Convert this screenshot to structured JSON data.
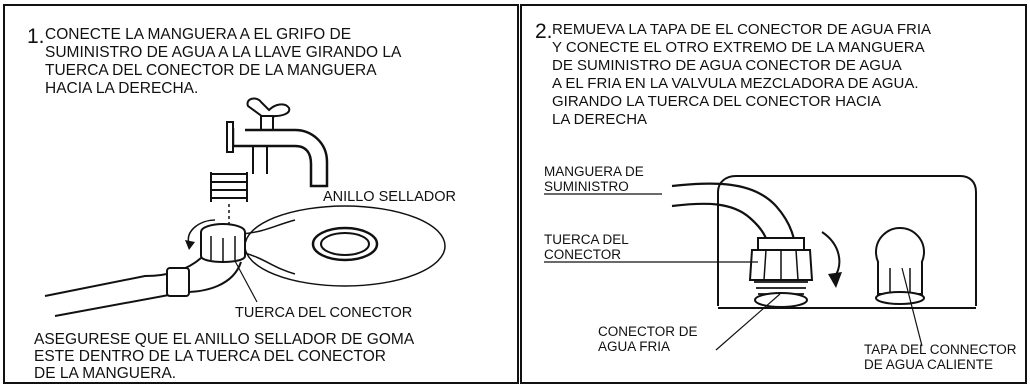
{
  "left_panel": {
    "step_number": "1.",
    "instruction": "CONECTE LA MANGUERA A EL GRIFO DE\nSUMINISTRO DE AGUA A LA LLAVE GIRANDO LA\nTUERCA DEL CONECTOR DE LA MANGUERA\nHACIA LA DERECHA.",
    "label_sealing_ring": "ANILLO SELLADOR",
    "label_connector_nut": "TUERCA DEL CONECTOR",
    "note": "ASEGURESE QUE EL ANILLO SELLADOR DE GOMA\nESTE DENTRO DE LA TUERCA DEL CONECTOR\nDE LA MANGUERA."
  },
  "right_panel": {
    "step_number": "2.",
    "instruction": "REMUEVA LA TAPA DE EL CONECTOR DE AGUA FRIA\nY CONECTE EL OTRO EXTREMO DE LA MANGUERA\nDE SUMINISTRO DE AGUA CONECTOR DE AGUA\nA EL FRIA EN LA VALVULA MEZCLADORA DE AGUA.\nGIRANDO LA TUERCA DEL CONECTOR HACIA\nLA DERECHA",
    "label_supply_hose": "MANGUERA DE\nSUMINISTRO",
    "label_connector_nut": "TUERCA DEL\nCONECTOR",
    "label_cold_connector": "CONECTOR DE\nAGUA FRIA",
    "label_hot_cap": "TAPA DEL CONNECTOR\nDE AGUA CALIENTE"
  }
}
